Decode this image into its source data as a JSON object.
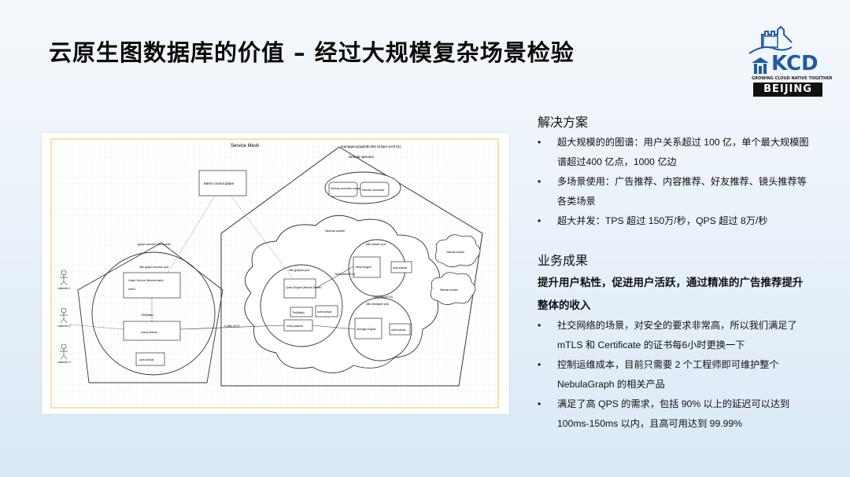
{
  "slide": {
    "title": "云原生图数据库的价值 – 经过大规模复杂场景检验"
  },
  "logo": {
    "name": "KCD",
    "tagline": "GROWING CLOUD NATIVE TOGETHER",
    "city": "BEIJING"
  },
  "diagram": {
    "title": "Service Mesh",
    "managed_cluster": "managed graphdb k8s cluster (cell 01)",
    "mesh_control_plane": "Mesh control plane",
    "nebula_operator": "Nebula operator",
    "nebula_controller": "Nebula controller manager",
    "nebula_scheduler": "Nebula Scheduler",
    "nebula_cluster": "Nebula cluster",
    "nebula_cluster_2": "Nebula cluster",
    "nebula_cluster_3": "Nebula cluster",
    "graph_service_cluster": "graph service k8s cluster",
    "graph_service_pod": "k8s graph service pod",
    "graph_service": "Graph Service (Nebula client)",
    "authz": "AuthZ",
    "envoy_sidecar": "envoy sidecar",
    "auth_sidecar": "auth sidecar",
    "thrift": "Thrift(http)",
    "graphd_pod": "k8s graphd pod",
    "query_engine": "Query Engine (Nebula Server)",
    "metad_pod": "k8s metad pod",
    "meta_engine": "Meta Engine",
    "storaged_pod": "k8s storaged pod",
    "storage_engine": "Storage Engine",
    "thrift_mtls": "Thrift(mtls/mTLS)",
    "http_mtls": "h (http) mTLS",
    "customers": [
      "customer 1",
      "customer 2",
      "customer 3"
    ]
  },
  "solution": {
    "heading": "解决方案",
    "items": [
      "超大规模的的图谱：用户关系超过 100 亿，单个最大规模图谱超过400 亿点，1000 亿边",
      "多场景使用：广告推荐、内容推荐、好友推荐、镜头推荐等各类场景",
      "超大并发：TPS 超过 150万/秒，QPS 超过 8万/秒"
    ]
  },
  "results": {
    "heading": "业务成果",
    "summary": "提升用户粘性，促进用户活跃，通过精准的广告推荐提升整体的收入",
    "items": [
      "社交网络的场景，对安全的要求非常高，所以我们满足了 mTLS 和 Certificate 的证书每6小时更换一下",
      "控制运维成本，目前只需要 2 个工程师即可维护整个 NebulaGraph 的相关产品",
      "满足了高 QPS 的需求，包括 90% 以上的延迟可以达到 100ms-150ms 以内，且高可用达到 99.99%"
    ]
  }
}
